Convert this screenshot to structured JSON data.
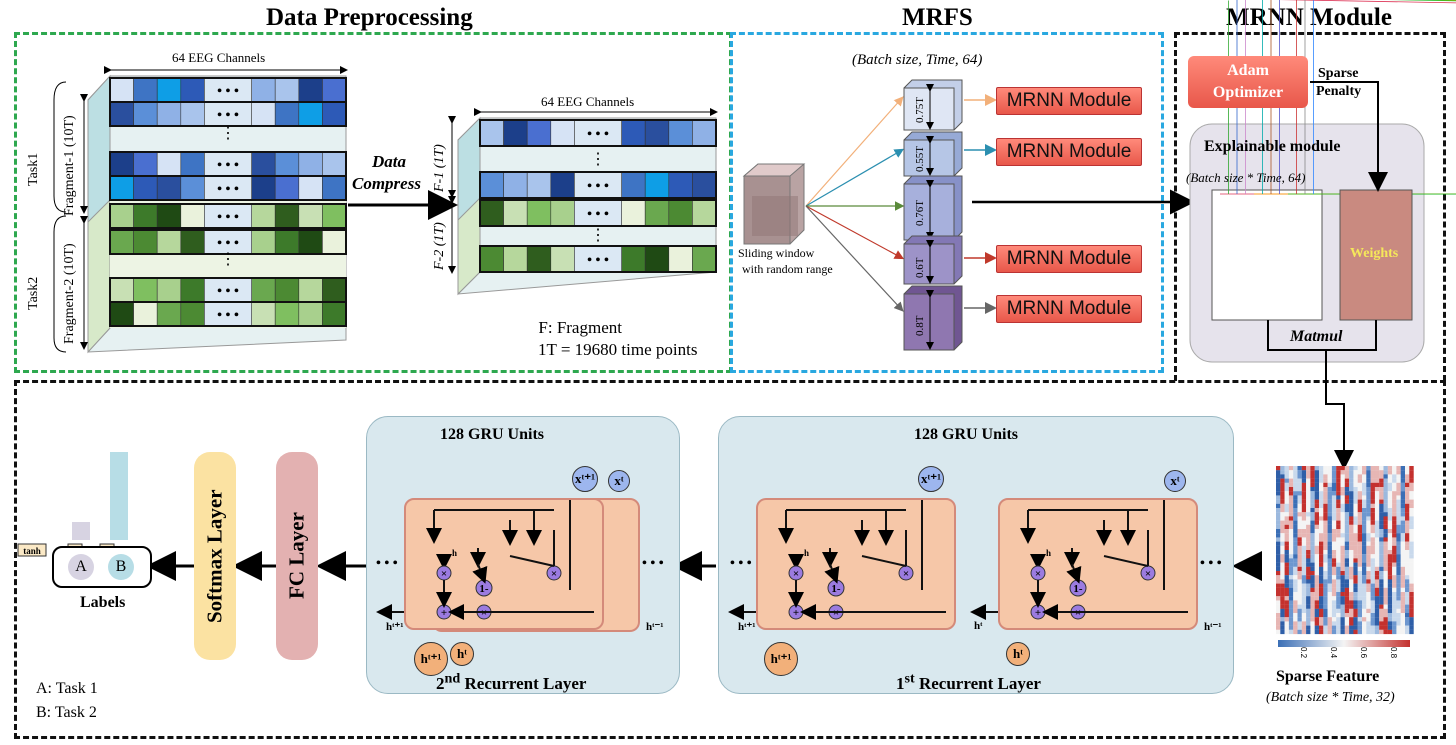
{
  "titles": {
    "preprocessing": "Data Preprocessing",
    "mrfs": "MRFS",
    "mrnn": "MRNN Module"
  },
  "preprocessing": {
    "channels_label_left": "64 EEG Channels",
    "channels_label_right": "64 EEG Channels",
    "task1": "Task1",
    "task2": "Task2",
    "fragment1": "Fragment-1 (10T)",
    "fragment2": "Fragment-2 (10T)",
    "f1": "F-1 (1T)",
    "f2": "F-2 (1T)",
    "compress_line1": "Data",
    "compress_line2": "Compress",
    "legend_f": "F: Fragment",
    "legend_t": "1T = 19680 time points",
    "dots": "• • •",
    "vdots": "⋮"
  },
  "mrfs": {
    "batch_label": "(Batch size, Time, 64)",
    "sliding_label_1": "Sliding window",
    "sliding_label_2": "with random range",
    "windows": [
      "0.75T",
      "0.55T",
      "0.76T",
      "0.6T",
      "0.8T"
    ],
    "module_label": "MRNN Module"
  },
  "mrnn": {
    "adam_1": "Adam",
    "adam_2": "Optimizer",
    "sparse_1": "Sparse",
    "sparse_2": "Penalty",
    "explainable": "Explainable module",
    "batch_time": "(Batch size * Time, 64)",
    "weights": "Weights",
    "matmul": "Matmul"
  },
  "lower": {
    "sparse_feature": "Sparse Feature",
    "sparse_dims": "(Batch size * Time, 32)",
    "colorbar_ticks": [
      "0.2",
      "0.4",
      "0.6",
      "0.8"
    ],
    "gru_units": "128 GRU Units",
    "layer1": "1st Recurrent Layer",
    "layer2": "2nd Recurrent Layer",
    "fc": "FC Layer",
    "softmax": "Softmax Layer",
    "labels": "Labels",
    "label_a": "A",
    "label_b": "B",
    "legend_a": "A: Task 1",
    "legend_b": "B: Task 2",
    "ellipsis": "• • •",
    "gates": {
      "tanh": "tanh",
      "sigma": "σ",
      "one_minus": "1-"
    },
    "h_t": "h",
    "x_t": "x"
  },
  "colors": {
    "green_dash": "#2ea84f",
    "blue_dash": "#29a8e0",
    "panel": "#d9e8ee",
    "cell": "#f6c7a8",
    "fc": "#e3b1b1",
    "softmax": "#fbe2a2",
    "module_red": "#ef6a5c"
  }
}
